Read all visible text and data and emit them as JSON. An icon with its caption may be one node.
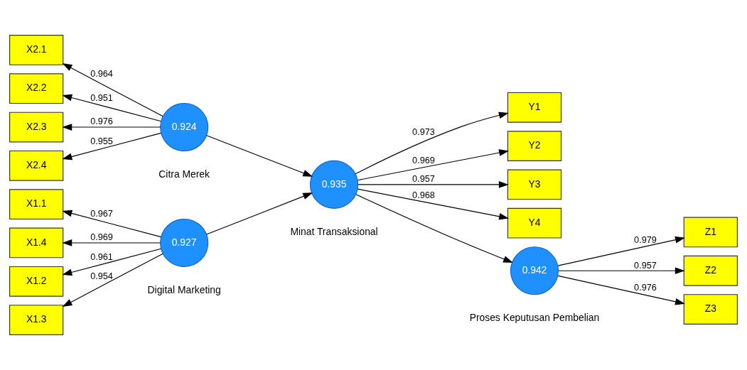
{
  "diagram": {
    "nodes": [
      {
        "text": [
          "X1.1"
        ]
      },
      {
        "text": [
          "X1.2"
        ]
      },
      {
        "text": [
          "X1.3"
        ]
      },
      {
        "text": [
          "X1.4"
        ]
      },
      {
        "text": [
          "0.927"
        ],
        "beside": [
          "Digital Marketing"
        ]
      },
      {
        "text": [
          "Y1"
        ]
      },
      {
        "text": [
          "Y2"
        ]
      },
      {
        "text": [
          "Y3"
        ]
      },
      {
        "text": [
          "Y4"
        ]
      },
      {
        "text": [
          "0.935"
        ],
        "beside": [
          "Minat Transaksional"
        ]
      },
      {
        "text": [
          "0.942"
        ],
        "beside": [
          "Proses Keputusan Pembelian"
        ]
      },
      {
        "text": [
          "Z1"
        ]
      },
      {
        "text": [
          "Z2"
        ]
      },
      {
        "text": [
          "Z3"
        ]
      },
      {
        "text": [
          "X2.1"
        ]
      },
      {
        "text": [
          "X2.2"
        ]
      },
      {
        "text": [
          "X2.3"
        ]
      },
      {
        "text": [
          "X2.4"
        ]
      },
      {
        "text": [
          "0.924"
        ],
        "beside": [
          "Citra Merek"
        ]
      }
    ],
    "edges": [
      {
        "from": 4,
        "to": 0,
        "arrow": "to",
        "label": "0.967"
      },
      {
        "from": 4,
        "to": 1,
        "arrow": "to",
        "label": "0.961"
      },
      {
        "from": 4,
        "to": 2,
        "arrow": "to",
        "label": "0.954"
      },
      {
        "from": 4,
        "to": 3,
        "arrow": "to",
        "label": "0.969"
      },
      {
        "from": 9,
        "to": 5,
        "arrow": "to",
        "label": "0.973"
      },
      {
        "from": 9,
        "to": 6,
        "arrow": "to",
        "label": "0.969"
      },
      {
        "from": 9,
        "to": 7,
        "arrow": "to",
        "label": "0.957"
      },
      {
        "from": 9,
        "to": 8,
        "arrow": "to",
        "label": "0.968"
      },
      {
        "from": 4,
        "to": 9,
        "arrow": "to"
      },
      {
        "from": 18,
        "to": 9,
        "arrow": "to"
      },
      {
        "from": 9,
        "to": 10,
        "arrow": "to"
      },
      {
        "from": 10,
        "to": 11,
        "arrow": "to",
        "label": "0.979"
      },
      {
        "from": 10,
        "to": 12,
        "arrow": "to",
        "label": "0.957"
      },
      {
        "from": 10,
        "to": 13,
        "arrow": "to",
        "label": "0.976"
      },
      {
        "from": 18,
        "to": 14,
        "arrow": "to",
        "label": "0.964"
      },
      {
        "from": 18,
        "to": 15,
        "arrow": "to",
        "label": "0.951"
      },
      {
        "from": 18,
        "to": 16,
        "arrow": "to",
        "label": "0.976"
      },
      {
        "from": 18,
        "to": 17,
        "arrow": "to",
        "label": "0.955"
      }
    ]
  }
}
